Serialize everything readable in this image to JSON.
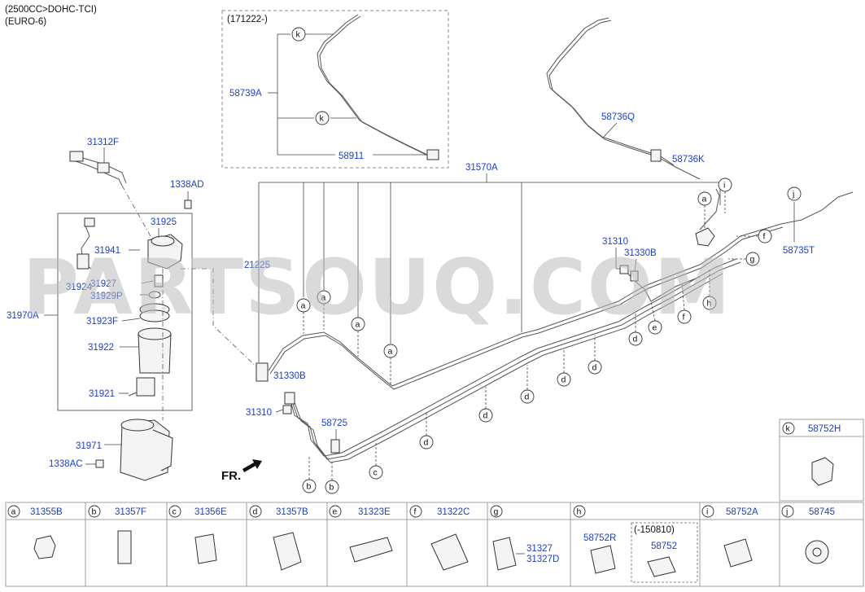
{
  "header": {
    "engine": "(2500CC>DOHC-TCI)",
    "emission": "(EURO-6)"
  },
  "inset": {
    "date_code": "(171222-)",
    "labels": [
      "58739A",
      "58911"
    ]
  },
  "part_labels": {
    "p31312F": "31312F",
    "p1338AD": "1338AD",
    "p31925": "31925",
    "p31941": "31941",
    "p31924": "31924",
    "p31927": "31927",
    "p31929P": "31929P",
    "p31970A": "31970A",
    "p31923F": "31923F",
    "p31922": "31922",
    "p31921": "31921",
    "p31971": "31971",
    "p1338AC": "1338AC",
    "p21225": "21225",
    "p31330B_left": "31330B",
    "p31310_left": "31310",
    "p58725": "58725",
    "p31570A": "31570A",
    "p58736Q": "58736Q",
    "p58736K": "58736K",
    "p31310_right": "31310",
    "p31330B_right": "31330B",
    "p58735T": "58735T",
    "p58752H": "58752H"
  },
  "front_label": "FR.",
  "watermark": "PARTSOUQ.COM",
  "callout_letters": {
    "a": "a",
    "b": "b",
    "c": "c",
    "d": "d",
    "e": "e",
    "f": "f",
    "g": "g",
    "h": "h",
    "i": "i",
    "j": "j",
    "k": "k"
  },
  "legend": [
    {
      "letter": "a",
      "part": "31355B"
    },
    {
      "letter": "b",
      "part": "31357F"
    },
    {
      "letter": "c",
      "part": "31356E"
    },
    {
      "letter": "d",
      "part": "31357B"
    },
    {
      "letter": "e",
      "part": "31323E"
    },
    {
      "letter": "f",
      "part": "31322C"
    },
    {
      "letter": "g",
      "part": "31327",
      "part2": "31327D"
    },
    {
      "letter": "h",
      "part": "58752R",
      "note": "(-150810)",
      "part_alt": "58752"
    },
    {
      "letter": "i",
      "part": "58752A"
    },
    {
      "letter": "j",
      "part": "58745"
    }
  ],
  "legend_k": {
    "letter": "k",
    "part": "58752H"
  }
}
